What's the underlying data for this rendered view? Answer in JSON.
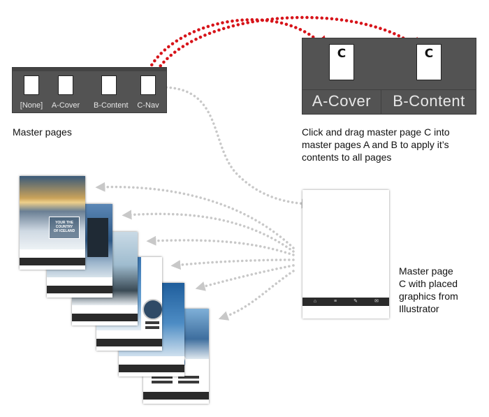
{
  "small_panel": {
    "items": [
      {
        "label": "[None]"
      },
      {
        "label": "A-Cover"
      },
      {
        "label": "B-Content"
      },
      {
        "label": "C-Nav"
      }
    ],
    "caption": "Master pages"
  },
  "big_panel": {
    "items": [
      {
        "label": "A-Cover",
        "badge": "C"
      },
      {
        "label": "B-Content",
        "badge": "C"
      }
    ],
    "caption_lines": [
      "Click and drag master page C into",
      "master pages A and B to apply it’s",
      "contents to all pages"
    ]
  },
  "cover_page": {
    "headline_lines": [
      "YOUR THE",
      "COUNTRY",
      "OF ICELAND"
    ]
  },
  "master_c": {
    "caption_lines": [
      "Master page",
      "C with placed",
      "graphics from",
      "Illustrator"
    ]
  },
  "colors": {
    "red_arrow": "#d7141a",
    "gray_arrow": "#c8c8c8",
    "panel": "#535353"
  }
}
